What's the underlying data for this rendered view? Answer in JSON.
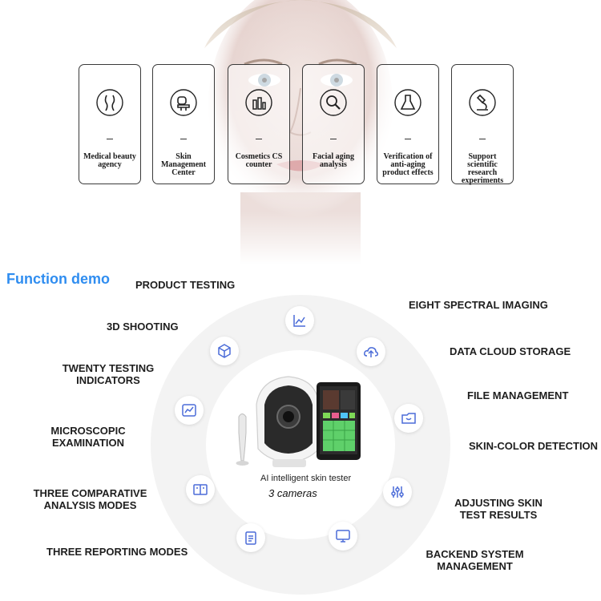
{
  "use_cases": [
    {
      "label": "Medical beauty agency",
      "icon": "body-silhouette-icon"
    },
    {
      "label": "Skin Management Center",
      "icon": "salon-chair-icon"
    },
    {
      "label": "Cosmetics CS counter",
      "icon": "cosmetics-icon"
    },
    {
      "label": "Facial aging analysis",
      "icon": "face-magnifier-icon"
    },
    {
      "label": "Verification of anti-aging product effects",
      "icon": "lab-flask-icon"
    },
    {
      "label": "Support scientific research experiments",
      "icon": "microscope-icon"
    }
  ],
  "function_demo": {
    "title": "Function demo",
    "left_features": [
      "PRODUCT TESTING",
      "3D SHOOTING",
      "TWENTY TESTING INDICATORS",
      "MICROSCOPIC EXAMINATION",
      "THREE COMPARATIVE ANALYSIS MODES",
      "THREE REPORTING MODES"
    ],
    "right_features": [
      "EIGHT SPECTRAL IMAGING",
      "DATA CLOUD STORAGE",
      "FILE MANAGEMENT",
      "SKIN-COLOR DETECTION",
      "ADJUSTING SKIN TEST RESULTS",
      "BACKEND SYSTEM MANAGEMENT"
    ],
    "device_caption": "AI intelligent skin tester",
    "cameras_caption": "3 cameras",
    "accent_color": "#2f8df0",
    "icon_color": "#4b6cd8"
  }
}
